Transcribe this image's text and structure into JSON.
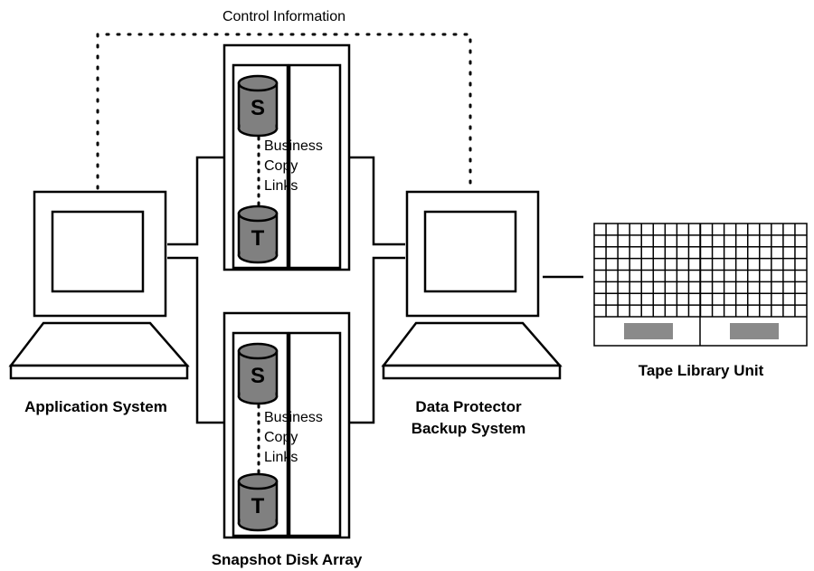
{
  "labels": {
    "control_info": "Control Information",
    "application_system": "Application System",
    "backup_system_line1": "Data Protector",
    "backup_system_line2": "Backup System",
    "tape_library": "Tape Library Unit",
    "disk_array": "Snapshot Disk Array"
  },
  "arrays": [
    {
      "source": "S",
      "target": "T",
      "links": [
        "Business",
        "Copy",
        "Links"
      ]
    },
    {
      "source": "S",
      "target": "T",
      "links": [
        "Business",
        "Copy",
        "Links"
      ]
    }
  ],
  "colors": {
    "line": "#000000",
    "disk_fill": "#808080",
    "tape_slot": "#8a8a8a"
  }
}
